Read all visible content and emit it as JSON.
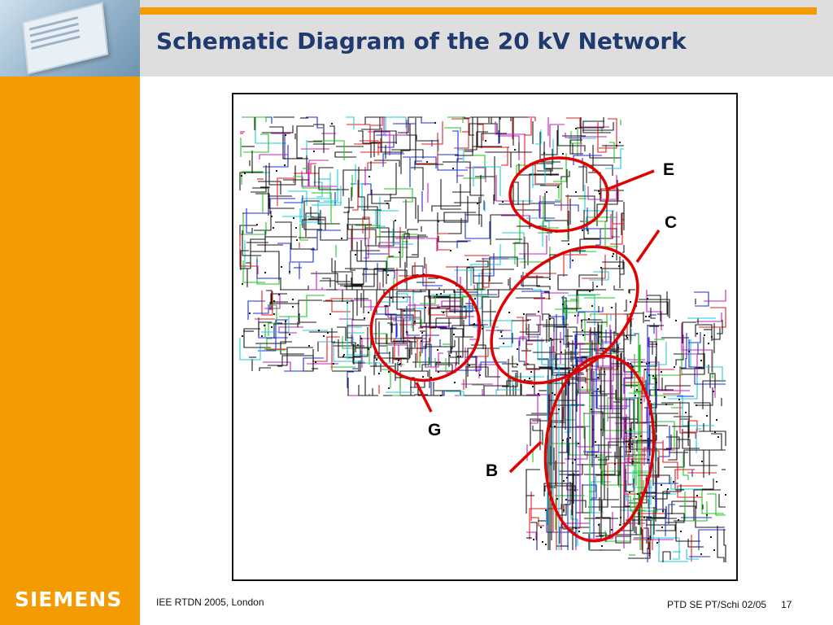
{
  "slide": {
    "title": "Schematic Diagram of the 20 kV Network",
    "logo": "SIEMENS",
    "footer_left": "IEE RTDN 2005, London",
    "footer_right": "PTD SE PT/Schi   02/05",
    "page_number": "17"
  },
  "zones": [
    {
      "id": "E",
      "label": "E"
    },
    {
      "id": "C",
      "label": "C"
    },
    {
      "id": "G",
      "label": "G"
    },
    {
      "id": "B",
      "label": "B"
    }
  ],
  "colors": {
    "accent_orange": "#f39b00",
    "title_blue": "#1f3a6e",
    "header_grey": "#dedede",
    "ellipse_red": "#e00000",
    "line_black": "#1a1a1a",
    "line_green": "#22c322",
    "line_red": "#e01e1e",
    "line_blue": "#1c2fd6",
    "line_magenta": "#c020c0",
    "line_cyan": "#22c8d8"
  }
}
